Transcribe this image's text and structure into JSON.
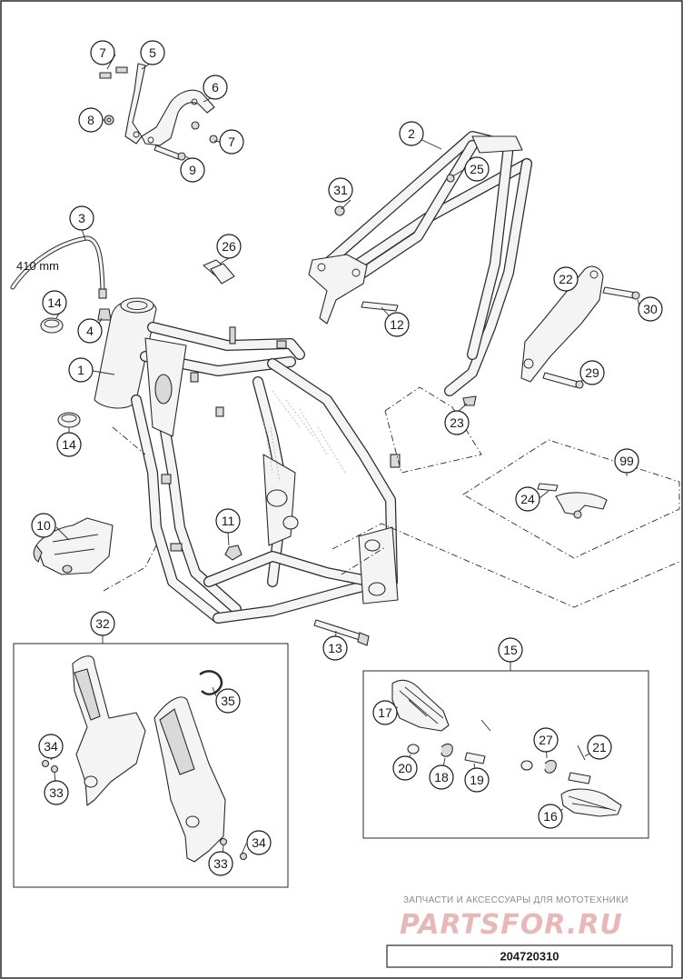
{
  "diagram": {
    "callouts": [
      "1",
      "2",
      "3",
      "4",
      "5",
      "6",
      "7",
      "8",
      "9",
      "10",
      "11",
      "12",
      "13",
      "14",
      "15",
      "16",
      "17",
      "18",
      "19",
      "20",
      "21",
      "22",
      "23",
      "24",
      "25",
      "26",
      "27",
      "29",
      "30",
      "31",
      "32",
      "33",
      "34",
      "35",
      "99"
    ],
    "cable_length_label": "410 mm",
    "drawing_code": "204720310"
  },
  "watermark": {
    "caption": "ЗАПЧАСТИ И АКСЕССУАРЫ ДЛЯ МОТОТЕХНИКИ",
    "brand": "PARTSFOR.RU"
  }
}
